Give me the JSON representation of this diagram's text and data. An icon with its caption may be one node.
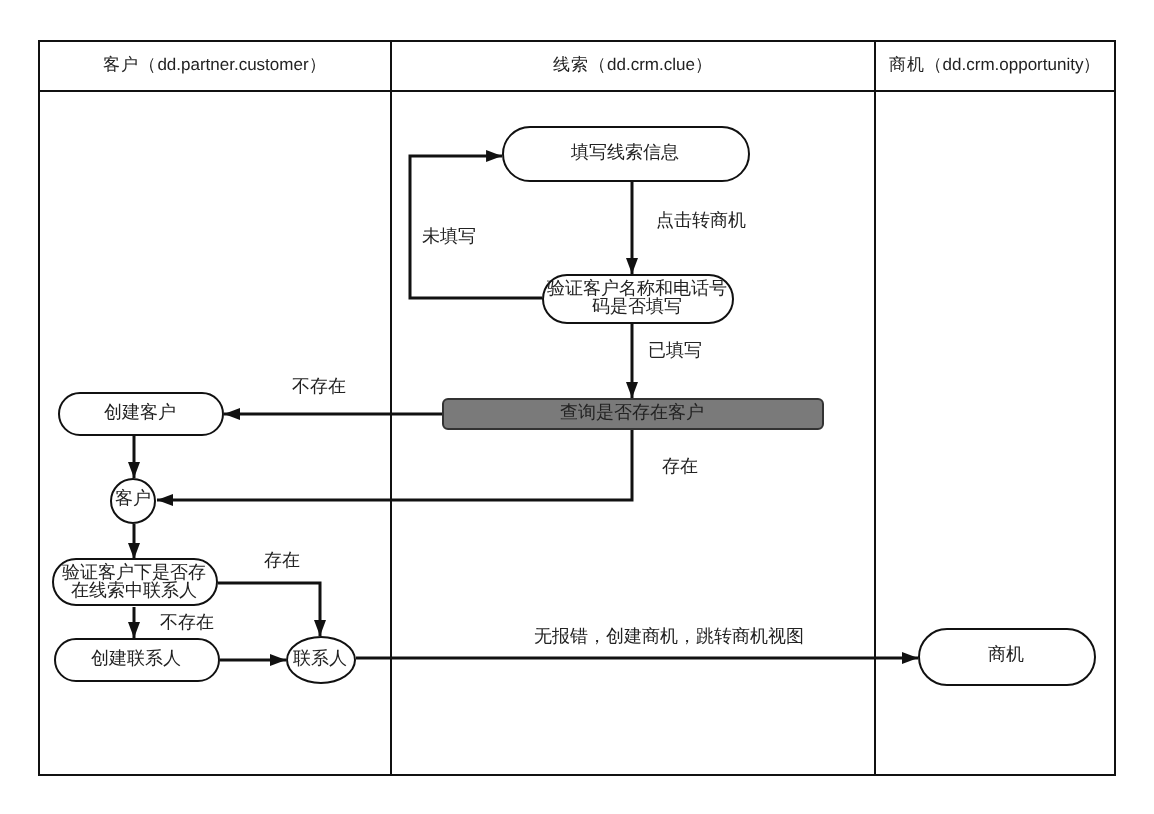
{
  "diagram": {
    "nodes": [
      {
        "text": [
          "客户（dd.partner.customer）"
        ]
      },
      {
        "text": [
          "线索（dd.crm.clue）"
        ]
      },
      {
        "text": [
          "商机（dd.crm.opportunity）"
        ]
      },
      {
        "text": [
          "填写线索信息"
        ],
        "in": 1
      },
      {
        "text": [
          "验证客户名称和电话号码是否填写"
        ],
        "in": 1
      },
      {
        "text": [
          "查询是否存在客户"
        ],
        "in": 1
      },
      {
        "text": [
          "创建客户"
        ],
        "in": 0
      },
      {
        "text": [
          "客户"
        ],
        "in": 0
      },
      {
        "text": [
          "验证客户下是否存在线索中联系人"
        ],
        "in": 0
      },
      {
        "text": [
          "创建联系人"
        ],
        "in": 0
      },
      {
        "text": [
          "联系人"
        ],
        "in": 0
      },
      {
        "text": [
          "商机"
        ],
        "in": 2
      }
    ],
    "edges": [
      {
        "from": 3,
        "to": 4,
        "arrow": "to",
        "label": "点击转商机"
      },
      {
        "from": 4,
        "to": 3,
        "arrow": "to",
        "label": "未填写"
      },
      {
        "from": 4,
        "to": 5,
        "arrow": "to",
        "label": "已填写"
      },
      {
        "from": 5,
        "to": 6,
        "arrow": "to",
        "label": "不存在"
      },
      {
        "from": 5,
        "to": 7,
        "arrow": "to",
        "label": "存在"
      },
      {
        "from": 6,
        "to": 7,
        "arrow": "to"
      },
      {
        "from": 7,
        "to": 8,
        "arrow": "to"
      },
      {
        "from": 8,
        "to": 10,
        "arrow": "to",
        "label": "存在"
      },
      {
        "from": 8,
        "to": 9,
        "arrow": "to",
        "label": "不存在"
      },
      {
        "from": 9,
        "to": 10,
        "arrow": "to"
      },
      {
        "from": 10,
        "to": 11,
        "arrow": "to",
        "label": "无报错，创建商机，跳转商机视图"
      }
    ]
  }
}
